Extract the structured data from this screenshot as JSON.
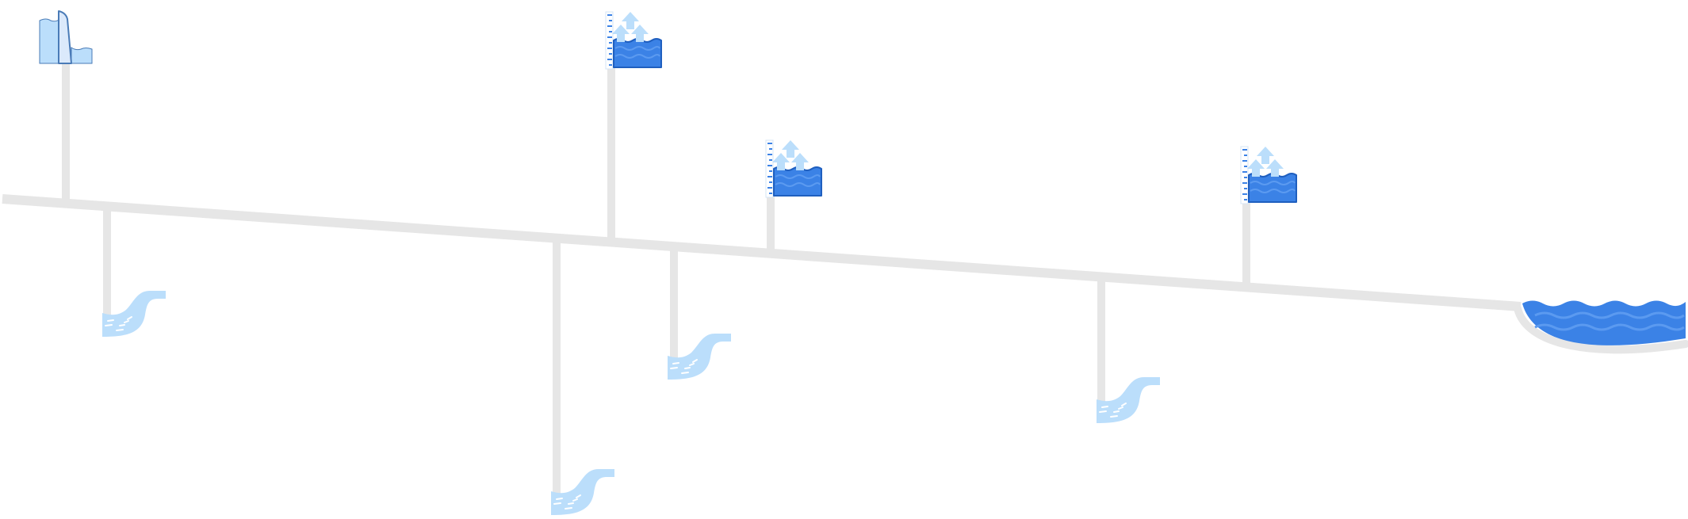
{
  "colors": {
    "river": "#e6e6e6",
    "dam_fill": "#bbdefb",
    "dam_stroke": "#4a7bb7",
    "reservoir_water": "#3b82e6",
    "reservoir_edge": "#1f5fbf",
    "arrow": "#bbdefb",
    "gauge": "#3b82e6",
    "stream": "#bbdefb",
    "lake_water": "#3b82e6",
    "lake_wave": "#5b9af0"
  },
  "icons": {
    "dam": "dam-icon",
    "reservoir": "reservoir-release-icon",
    "tributary": "tributary-stream-icon",
    "lake": "lake-icon"
  },
  "nodes": [
    {
      "kind": "dam",
      "side": "above",
      "icon": "dam-icon"
    },
    {
      "kind": "tributary",
      "side": "below",
      "icon": "tributary-stream-icon"
    },
    {
      "kind": "tributary",
      "side": "below",
      "icon": "tributary-stream-icon"
    },
    {
      "kind": "reservoir",
      "side": "above",
      "icon": "reservoir-release-icon"
    },
    {
      "kind": "tributary",
      "side": "below",
      "icon": "tributary-stream-icon"
    },
    {
      "kind": "reservoir",
      "side": "above",
      "icon": "reservoir-release-icon"
    },
    {
      "kind": "tributary",
      "side": "below",
      "icon": "tributary-stream-icon"
    },
    {
      "kind": "reservoir",
      "side": "above",
      "icon": "reservoir-release-icon"
    },
    {
      "kind": "lake",
      "side": "end",
      "icon": "lake-icon"
    }
  ]
}
